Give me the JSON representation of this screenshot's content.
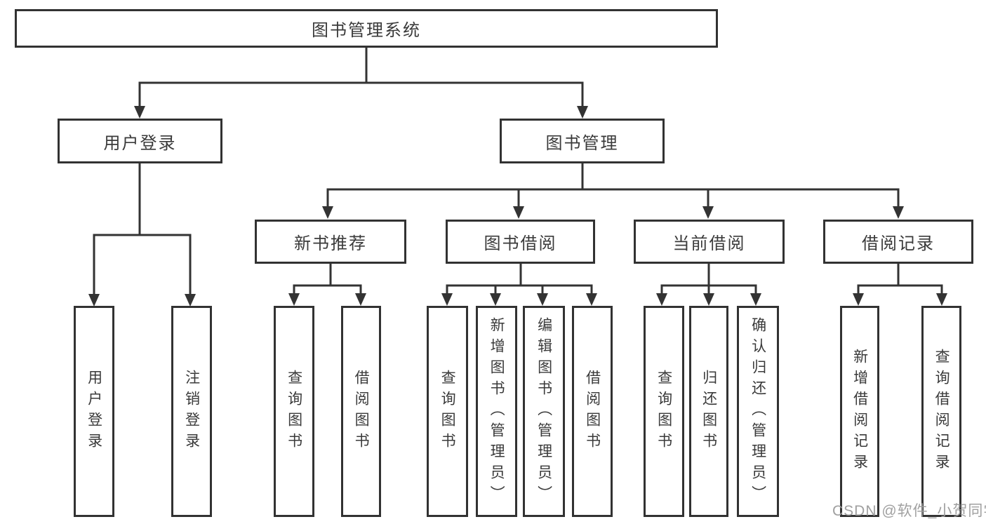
{
  "diagram": {
    "root": {
      "label": "图书管理系统"
    },
    "level2": [
      {
        "label": "用户登录",
        "leaves": [
          {
            "label": "用户登录"
          },
          {
            "label": "注销登录"
          }
        ]
      },
      {
        "label": "图书管理",
        "groups": [
          {
            "label": "新书推荐",
            "leaves": [
              {
                "label": "查询图书"
              },
              {
                "label": "借阅图书"
              }
            ]
          },
          {
            "label": "图书借阅",
            "leaves": [
              {
                "label": "查询图书"
              },
              {
                "label": "新增图书（管理员）"
              },
              {
                "label": "编辑图书（管理员）"
              },
              {
                "label": "借阅图书"
              }
            ]
          },
          {
            "label": "当前借阅",
            "leaves": [
              {
                "label": "查询图书"
              },
              {
                "label": "归还图书"
              },
              {
                "label": "确认归还（管理员）"
              }
            ]
          },
          {
            "label": "借阅记录",
            "leaves": [
              {
                "label": "新增借阅记录"
              },
              {
                "label": "查询借阅记录"
              }
            ]
          }
        ]
      }
    ]
  },
  "watermark": {
    "text": "CSDN @软件_小贺同学"
  },
  "colors": {
    "line": "#333333",
    "box_border": "#323232",
    "text": "#3a3a3a",
    "watermark": "#9b9b9b",
    "background": "#ffffff"
  }
}
